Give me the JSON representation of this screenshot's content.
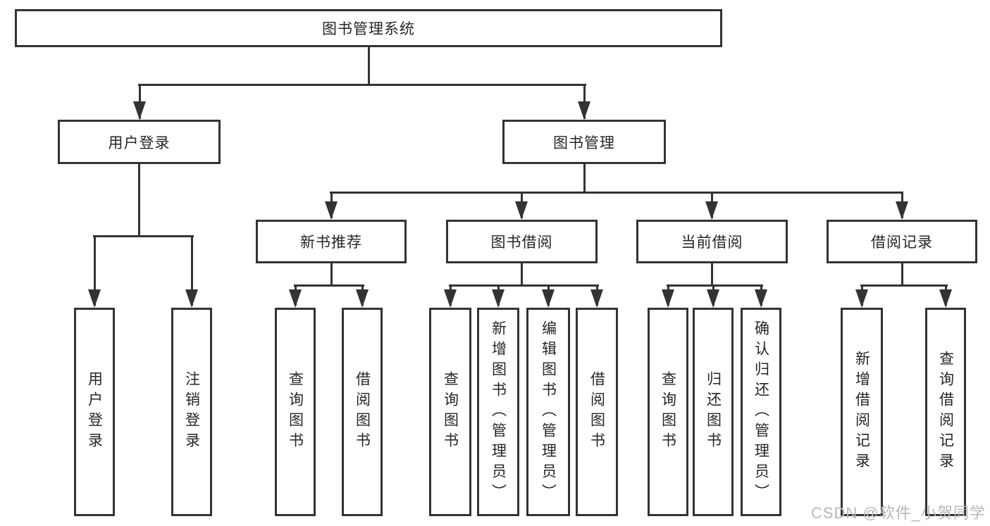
{
  "diagram_title": "图书管理系统",
  "nodes": {
    "root": {
      "label": "图书管理系统"
    },
    "user_login": {
      "label": "用户登录"
    },
    "book_mgmt": {
      "label": "图书管理"
    },
    "new_book": {
      "label": "新书推荐"
    },
    "book_borrow": {
      "label": "图书借阅"
    },
    "current_borrow": {
      "label": "当前借阅"
    },
    "borrow_records": {
      "label": "借阅记录"
    },
    "ul_login": {
      "label": "用户登录"
    },
    "ul_logout": {
      "label": "注销登录"
    },
    "nb_query": {
      "label": "查询图书"
    },
    "nb_borrow": {
      "label": "借阅图书"
    },
    "bb_query": {
      "label": "查询图书"
    },
    "bb_add": {
      "label": "新增图书（管理员）"
    },
    "bb_edit": {
      "label": "编辑图书（管理员）"
    },
    "bb_borrow": {
      "label": "借阅图书"
    },
    "cb_query": {
      "label": "查询图书"
    },
    "cb_return": {
      "label": "归还图书"
    },
    "cb_confirm": {
      "label": "确认归还（管理员）"
    },
    "br_add": {
      "label": "新增借阅记录"
    },
    "br_query": {
      "label": "查询借阅记录"
    }
  },
  "edges": [
    {
      "from": "图书管理系统",
      "to": "用户登录"
    },
    {
      "from": "图书管理系统",
      "to": "图书管理"
    },
    {
      "from": "用户登录",
      "to": "用户登录"
    },
    {
      "from": "用户登录",
      "to": "注销登录"
    },
    {
      "from": "图书管理",
      "to": "新书推荐"
    },
    {
      "from": "图书管理",
      "to": "图书借阅"
    },
    {
      "from": "图书管理",
      "to": "当前借阅"
    },
    {
      "from": "图书管理",
      "to": "借阅记录"
    },
    {
      "from": "新书推荐",
      "to": "查询图书"
    },
    {
      "from": "新书推荐",
      "to": "借阅图书"
    },
    {
      "from": "图书借阅",
      "to": "查询图书"
    },
    {
      "from": "图书借阅",
      "to": "新增图书（管理员）"
    },
    {
      "from": "图书借阅",
      "to": "编辑图书（管理员）"
    },
    {
      "from": "图书借阅",
      "to": "借阅图书"
    },
    {
      "from": "当前借阅",
      "to": "查询图书"
    },
    {
      "from": "当前借阅",
      "to": "归还图书"
    },
    {
      "from": "当前借阅",
      "to": "确认归还（管理员）"
    },
    {
      "from": "借阅记录",
      "to": "新增借阅记录"
    },
    {
      "from": "借阅记录",
      "to": "查询借阅记录"
    }
  ],
  "colors": {
    "line": "#333333",
    "text": "#262626",
    "background": "#ffffff",
    "watermark": "#b8b8b8"
  },
  "watermark": {
    "text": "CSDN @软件_小贺同学"
  }
}
